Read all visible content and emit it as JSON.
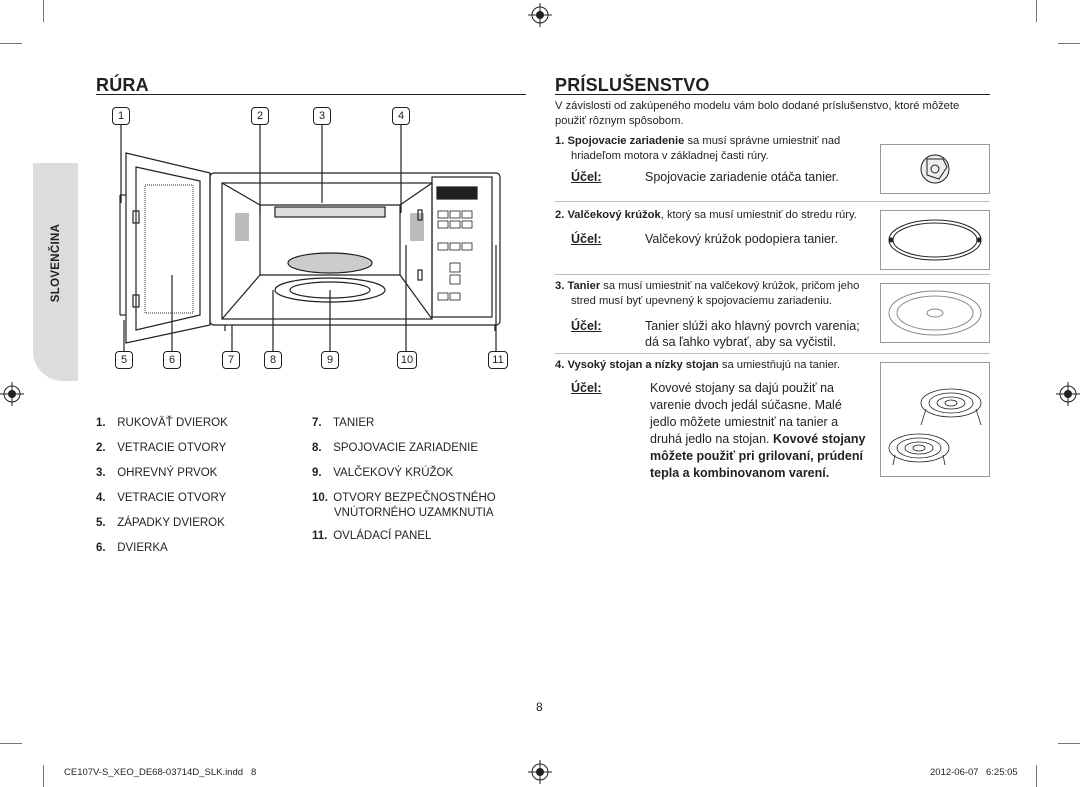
{
  "side_tab": "SLOVENČINA",
  "left": {
    "title": "RÚRA",
    "callouts_top": [
      "1",
      "2",
      "3",
      "4"
    ],
    "callouts_bottom": [
      "5",
      "6",
      "7",
      "8",
      "9",
      "10",
      "11"
    ],
    "parts_left": [
      {
        "num": "1.",
        "label": "RUKOVÄŤ DVIEROK"
      },
      {
        "num": "2.",
        "label": "VETRACIE OTVORY"
      },
      {
        "num": "3.",
        "label": "OHREVNÝ PRVOK"
      },
      {
        "num": "4.",
        "label": "VETRACIE OTVORY"
      },
      {
        "num": "5.",
        "label": "ZÁPADKY DVIEROK"
      },
      {
        "num": "6.",
        "label": "DVIERKA"
      }
    ],
    "parts_right": [
      {
        "num": "7.",
        "label": "TANIER"
      },
      {
        "num": "8.",
        "label": "SPOJOVACIE ZARIADENIE"
      },
      {
        "num": "9.",
        "label": "VALČEKOVÝ KRÚŽOK"
      },
      {
        "num": "10.",
        "label": "OTVORY BEZPEČNOSTNÉHO",
        "label2": "VNÚTORNÉHO UZAMKNUTIA"
      },
      {
        "num": "11.",
        "label": "OVLÁDACÍ PANEL"
      }
    ]
  },
  "right": {
    "title": "PRÍSLUŠENSTVO",
    "intro_1": "V závislosti od zakúpeného modelu vám bolo dodané príslušenstvo, ktoré môžete",
    "intro_2": "použiť rôznym spôsobom.",
    "items": [
      {
        "num": "1.",
        "bold": "Spojovacie zariadenie",
        "rest": " sa musí správne umiestniť nad",
        "line2": "hriadeľom motora v základnej časti rúry.",
        "ucel_label": "Účel:",
        "ucel_text": "Spojovacie zariadenie otáča tanier."
      },
      {
        "num": "2.",
        "bold": "Valčekový krúžok",
        "rest": ", ktorý sa musí umiestniť do stredu rúry.",
        "ucel_label": "Účel:",
        "ucel_text": "Valčekový krúžok podopiera tanier."
      },
      {
        "num": "3.",
        "bold": "Tanier",
        "rest": " sa musí umiestniť na valčekový krúžok, pričom jeho",
        "line2": "stred musí byť upevnený k spojovaciemu zariadeniu.",
        "ucel_label": "Účel:",
        "ucel_text": "Tanier slúži ako hlavný povrch varenia;",
        "ucel_text2": "dá sa ľahko vybrať, aby sa vyčistil."
      },
      {
        "num": "4.",
        "bold": "Vysoký stojan a nízky stojan",
        "rest": " sa umiestňujú na tanier.",
        "ucel_label": "Účel:",
        "ucel_lines": [
          "Kovové stojany sa dajú použiť na",
          "varenie dvoch jedál súčasne. Malé",
          "jedlo môžete umiestniť na tanier a"
        ],
        "ucel_mixed_a": "druhá jedlo na stojan. ",
        "ucel_mixed_b": "Kovové stojany",
        "ucel_bold_lines": [
          "môžete použiť pri grilovaní, prúdení",
          "tepla a kombinovanom varení."
        ]
      }
    ]
  },
  "page_number": "8",
  "footer": {
    "file": "CE107V-S_XEO_DE68-03714D_SLK.indd   8",
    "date": "2012-06-07",
    "time": "6:25:05"
  }
}
